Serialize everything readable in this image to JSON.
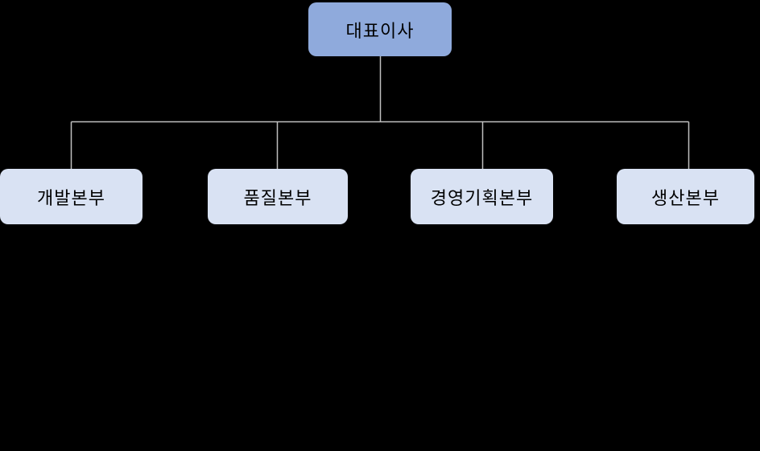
{
  "diagram": {
    "type": "org-chart",
    "background_color": "#000000",
    "connector_color": "#BFBFBF",
    "root": {
      "id": "ceo",
      "label": "대표이사",
      "fill_color": "#8FAADC",
      "text_color": "#000000"
    },
    "children": [
      {
        "id": "development-division",
        "label": "개발본부",
        "fill_color": "#D9E2F3",
        "text_color": "#000000"
      },
      {
        "id": "quality-division",
        "label": "품질본부",
        "fill_color": "#D9E2F3",
        "text_color": "#000000"
      },
      {
        "id": "management-planning-division",
        "label": "경영기획본부",
        "fill_color": "#D9E2F3",
        "text_color": "#000000"
      },
      {
        "id": "production-division",
        "label": "생산본부",
        "fill_color": "#D9E2F3",
        "text_color": "#000000"
      }
    ]
  }
}
